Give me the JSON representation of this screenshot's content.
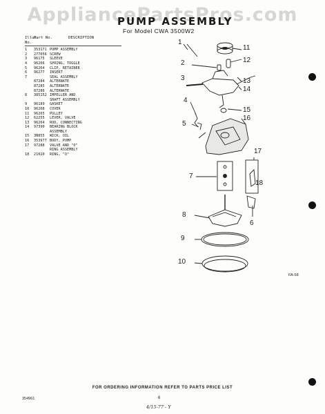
{
  "watermark": "AppliancePartsPros.com",
  "header": {
    "title": "PUMP ASSEMBLY",
    "model": "For Model CWA 3500W2"
  },
  "parts_table": {
    "headers": [
      "Illus. No.",
      "Part No.",
      "DESCRIPTION"
    ],
    "rows": [
      [
        "1",
        "353171",
        "PUMP ASSEMBLY"
      ],
      [
        "2",
        "277056",
        "SCREW"
      ],
      [
        "3",
        "96175",
        "SLEEVE"
      ],
      [
        "4",
        "96266",
        "SPRING, TOGGLE"
      ],
      [
        "5",
        "96264",
        "CLIP, RETAINER"
      ],
      [
        "6",
        "96277",
        "INSERT"
      ],
      [
        "7",
        "",
        "SEAL ASSEMBLY"
      ],
      [
        "",
        "87284",
        "ALTERNATE"
      ],
      [
        "",
        "87285",
        "ALTERNATE"
      ],
      [
        "",
        "87286",
        "ALTERNATE"
      ],
      [
        "8",
        "385152",
        "IMPELLER AND"
      ],
      [
        "",
        "",
        "SHAFT ASSEMBLY"
      ],
      [
        "9",
        "96189",
        "GASKET"
      ],
      [
        "10",
        "96268",
        "COVER"
      ],
      [
        "11",
        "96265",
        "PULLEY"
      ],
      [
        "12",
        "62255",
        "LEVER, VALVE"
      ],
      [
        "13",
        "96264",
        "ROD, CONNECTING"
      ],
      [
        "14",
        "97390",
        "BEARING BLOCK"
      ],
      [
        "",
        "",
        "ASSEMBLY"
      ],
      [
        "15",
        "3N855",
        "WICK, OIL"
      ],
      [
        "16",
        "353977",
        "BODY, PUMP"
      ],
      [
        "17",
        "97288",
        "VALVE AND \"O\""
      ],
      [
        "",
        "",
        "RING ASSEMBLY"
      ],
      [
        "18",
        "21020",
        "RING, \"O\""
      ]
    ]
  },
  "callouts": [
    "1",
    "2",
    "3",
    "4",
    "5",
    "6",
    "7",
    "8",
    "9",
    "10",
    "11",
    "12",
    "13",
    "14",
    "15",
    "16",
    "17",
    "18"
  ],
  "diagram_code": "FA-58",
  "footer": {
    "note": "FOR ORDERING INFORMATION REFER TO PARTS PRICE LIST",
    "doc_code": "354961",
    "page": "6",
    "handwritten": "4/15-77 - Y"
  }
}
